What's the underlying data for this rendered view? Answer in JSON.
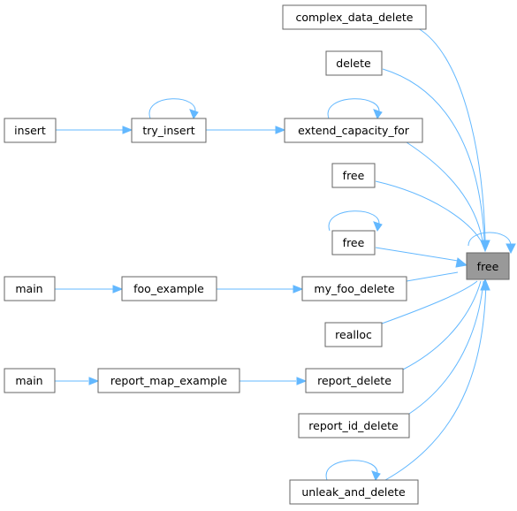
{
  "diagram": {
    "nodes": {
      "complex_data_delete": "complex_data_delete",
      "delete": "delete",
      "insert": "insert",
      "try_insert": "try_insert",
      "extend_capacity_for": "extend_capacity_for",
      "free_1": "free",
      "free_2": "free",
      "free_target": "free",
      "main_1": "main",
      "foo_example": "foo_example",
      "my_foo_delete": "my_foo_delete",
      "realloc": "realloc",
      "main_2": "main",
      "report_map_example": "report_map_example",
      "report_delete": "report_delete",
      "report_id_delete": "report_id_delete",
      "unleak_and_delete": "unleak_and_delete"
    },
    "colors": {
      "edge": "#63b8ff",
      "node_border": "#666666",
      "target_fill": "#999999"
    }
  }
}
